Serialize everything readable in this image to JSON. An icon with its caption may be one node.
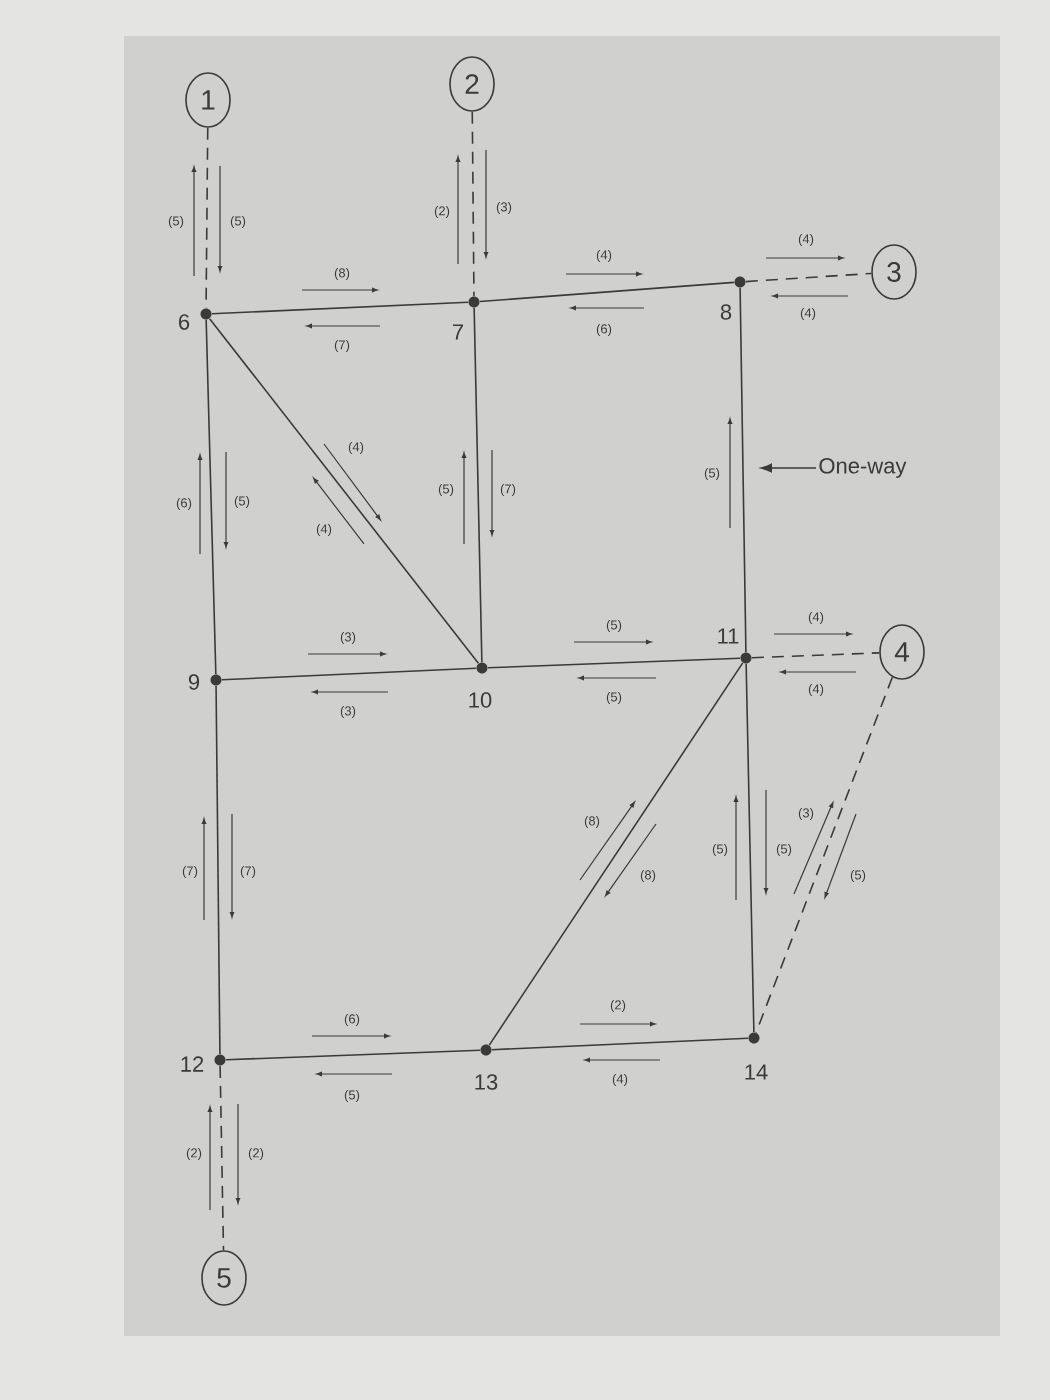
{
  "diagram": {
    "nodes": [
      {
        "text": [
          "1"
        ]
      },
      {
        "text": [
          "2"
        ]
      },
      {
        "text": [
          "6"
        ]
      },
      {
        "text": [
          "7"
        ]
      },
      {
        "text": [
          "8"
        ]
      },
      {
        "text": [
          "3"
        ]
      },
      {
        "text": [
          "One-way"
        ]
      },
      {
        "text": [
          "9"
        ]
      },
      {
        "text": [
          "10"
        ]
      },
      {
        "text": [
          "11"
        ]
      },
      {
        "text": [
          "4"
        ]
      },
      {
        "text": [
          "12"
        ]
      },
      {
        "text": [
          "13"
        ]
      },
      {
        "text": [
          "14"
        ]
      },
      {
        "text": [
          "5"
        ]
      }
    ],
    "edges": [
      {
        "from": 0,
        "to": 2,
        "arrow": "none",
        "style": "dashed"
      },
      {
        "from": 1,
        "to": 3,
        "arrow": "none",
        "style": "dashed"
      },
      {
        "from": 2,
        "to": 3,
        "arrow": "none"
      },
      {
        "from": 3,
        "to": 4,
        "arrow": "none"
      },
      {
        "from": 4,
        "to": 5,
        "arrow": "none",
        "style": "dashed"
      },
      {
        "from": 2,
        "to": 7,
        "arrow": "none"
      },
      {
        "from": 2,
        "to": 8,
        "arrow": "none"
      },
      {
        "from": 3,
        "to": 8,
        "arrow": "none"
      },
      {
        "from": 4,
        "to": 9,
        "arrow": "none"
      },
      {
        "from": 7,
        "to": 8,
        "arrow": "none"
      },
      {
        "from": 8,
        "to": 9,
        "arrow": "none"
      },
      {
        "from": 9,
        "to": 10,
        "arrow": "none",
        "style": "dashed"
      },
      {
        "from": 7,
        "to": 11,
        "arrow": "none"
      },
      {
        "from": 9,
        "to": 12,
        "arrow": "none"
      },
      {
        "from": 9,
        "to": 13,
        "arrow": "none"
      },
      {
        "from": 10,
        "to": 13,
        "arrow": "none",
        "style": "dashed"
      },
      {
        "from": 11,
        "to": 12,
        "arrow": "none"
      },
      {
        "from": 12,
        "to": 13,
        "arrow": "none"
      },
      {
        "from": 11,
        "to": 14,
        "arrow": "none",
        "style": "dashed"
      },
      {
        "from": 6,
        "to": null,
        "arrow": "to"
      }
    ],
    "labels": [
      "(5)",
      "(5)",
      "(2)",
      "(3)",
      "(8)",
      "(4)",
      "(4)",
      "(7)",
      "(6)",
      "(4)",
      "(4)",
      "(6)",
      "(5)",
      "(4)",
      "(5)",
      "(7)",
      "(5)",
      "(3)",
      "(5)",
      "(4)",
      "(3)",
      "(5)",
      "(4)",
      "(7)",
      "(7)",
      "(8)",
      "(8)",
      "(5)",
      "(5)",
      "(3)",
      "(5)",
      "(6)",
      "(2)",
      "(5)",
      "(4)",
      "(2)",
      "(2)"
    ]
  }
}
